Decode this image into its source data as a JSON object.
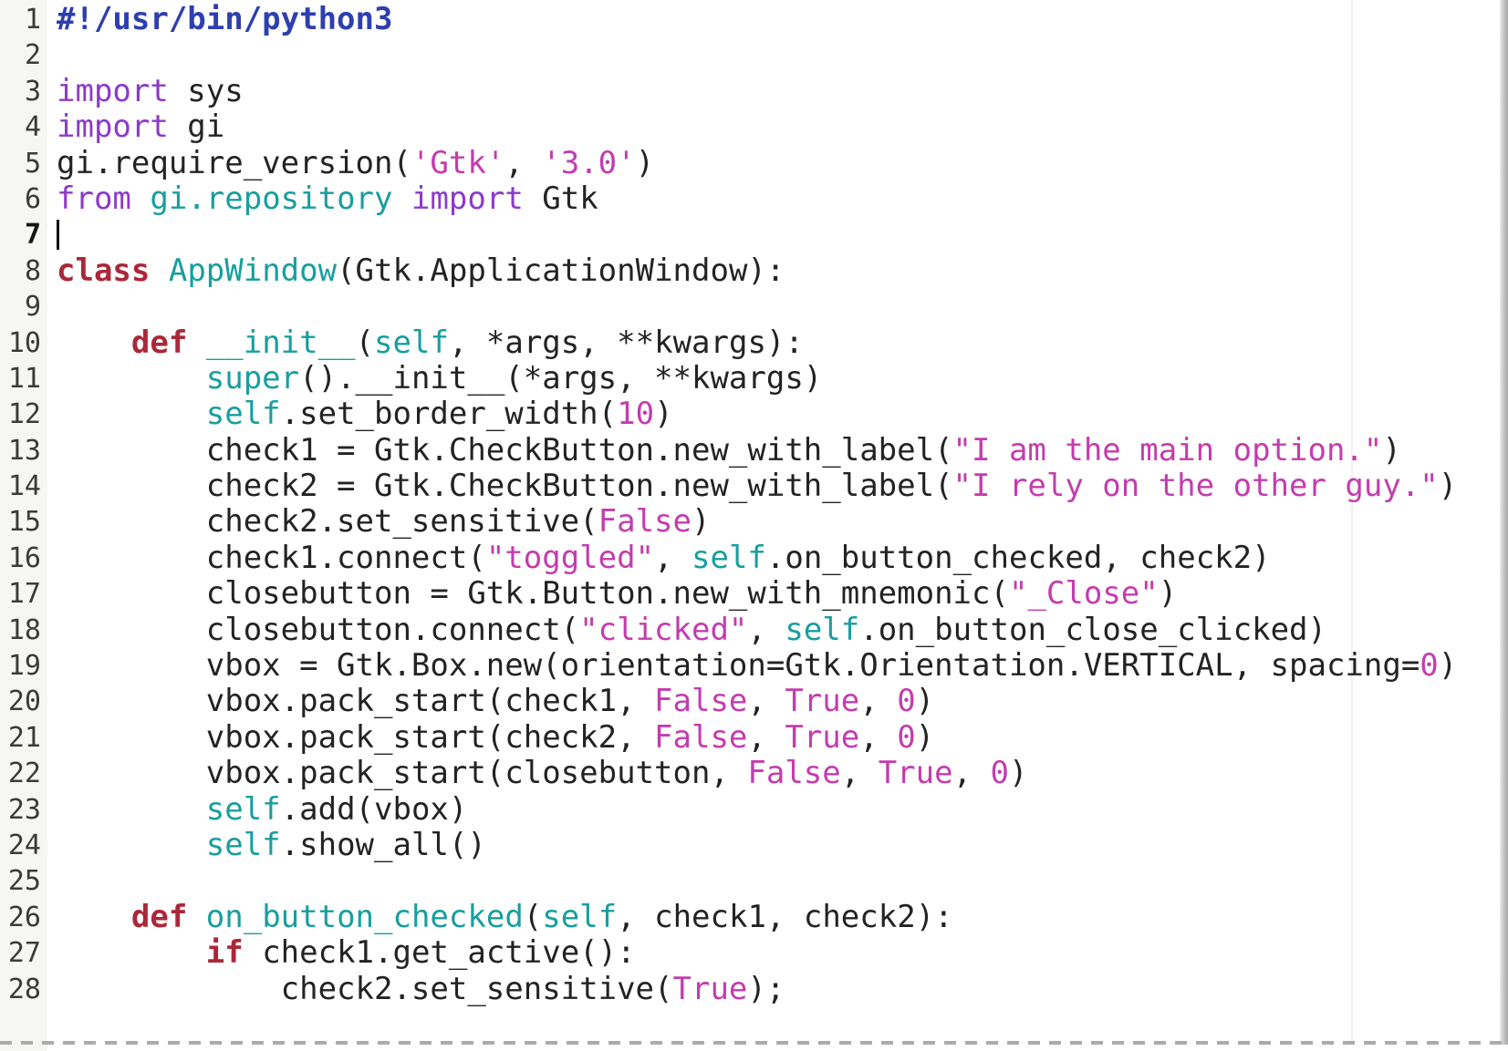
{
  "editor": {
    "type": "code-editor",
    "language": "Python",
    "cursor": {
      "line": 7,
      "column": 0
    },
    "visible_line_count": 28,
    "colors": {
      "background": "#ffffff",
      "gutter_background": "#f6f6f5",
      "gutter_foreground": "#3b3b3b",
      "default_text": "#232323",
      "shebang": "#2e3fae",
      "keyword": "#8d39cb",
      "control_keyword": "#aa2839",
      "string": "#c43cae",
      "number": "#c43cae",
      "boolean": "#c43cae",
      "builtin": "#189e9e",
      "dashed_boundary": "#ababab",
      "scrollbar": "#aaaaaa"
    },
    "lines": [
      {
        "number": 1,
        "tokens": [
          [
            "shebang",
            "#!/usr/bin/python3"
          ]
        ]
      },
      {
        "number": 2,
        "tokens": []
      },
      {
        "number": 3,
        "tokens": [
          [
            "keyword",
            "import"
          ],
          [
            "text",
            " sys"
          ]
        ]
      },
      {
        "number": 4,
        "tokens": [
          [
            "keyword",
            "import"
          ],
          [
            "text",
            " gi"
          ]
        ]
      },
      {
        "number": 5,
        "tokens": [
          [
            "text",
            "gi.require_version("
          ],
          [
            "string",
            "'Gtk'"
          ],
          [
            "text",
            ", "
          ],
          [
            "string",
            "'3.0'"
          ],
          [
            "text",
            ")"
          ]
        ]
      },
      {
        "number": 6,
        "tokens": [
          [
            "keyword",
            "from"
          ],
          [
            "text",
            " "
          ],
          [
            "builtin",
            "gi.repository"
          ],
          [
            "text",
            " "
          ],
          [
            "keyword",
            "import"
          ],
          [
            "text",
            " Gtk"
          ]
        ]
      },
      {
        "number": 7,
        "tokens": []
      },
      {
        "number": 8,
        "tokens": [
          [
            "control",
            "class"
          ],
          [
            "text",
            " "
          ],
          [
            "builtin",
            "AppWindow"
          ],
          [
            "text",
            "(Gtk.ApplicationWindow):"
          ]
        ]
      },
      {
        "number": 9,
        "tokens": []
      },
      {
        "number": 10,
        "tokens": [
          [
            "text",
            "    "
          ],
          [
            "control",
            "def"
          ],
          [
            "text",
            " "
          ],
          [
            "builtin",
            "__init__"
          ],
          [
            "text",
            "("
          ],
          [
            "builtin",
            "self"
          ],
          [
            "text",
            ", *args, **kwargs):"
          ]
        ]
      },
      {
        "number": 11,
        "tokens": [
          [
            "text",
            "        "
          ],
          [
            "builtin",
            "super"
          ],
          [
            "text",
            "().__init__(*args, **kwargs)"
          ]
        ]
      },
      {
        "number": 12,
        "tokens": [
          [
            "text",
            "        "
          ],
          [
            "builtin",
            "self"
          ],
          [
            "text",
            ".set_border_width("
          ],
          [
            "number",
            "10"
          ],
          [
            "text",
            ")"
          ]
        ]
      },
      {
        "number": 13,
        "tokens": [
          [
            "text",
            "        check1 = Gtk.CheckButton.new_with_label("
          ],
          [
            "string",
            "\"I am the main option.\""
          ],
          [
            "text",
            ")"
          ]
        ]
      },
      {
        "number": 14,
        "tokens": [
          [
            "text",
            "        check2 = Gtk.CheckButton.new_with_label("
          ],
          [
            "string",
            "\"I rely on the other guy.\""
          ],
          [
            "text",
            ")"
          ]
        ]
      },
      {
        "number": 15,
        "tokens": [
          [
            "text",
            "        check2.set_sensitive("
          ],
          [
            "boolean",
            "False"
          ],
          [
            "text",
            ")"
          ]
        ]
      },
      {
        "number": 16,
        "tokens": [
          [
            "text",
            "        check1.connect("
          ],
          [
            "string",
            "\"toggled\""
          ],
          [
            "text",
            ", "
          ],
          [
            "builtin",
            "self"
          ],
          [
            "text",
            ".on_button_checked, check2)"
          ]
        ]
      },
      {
        "number": 17,
        "tokens": [
          [
            "text",
            "        closebutton = Gtk.Button.new_with_mnemonic("
          ],
          [
            "string",
            "\"_Close\""
          ],
          [
            "text",
            ")"
          ]
        ]
      },
      {
        "number": 18,
        "tokens": [
          [
            "text",
            "        closebutton.connect("
          ],
          [
            "string",
            "\"clicked\""
          ],
          [
            "text",
            ", "
          ],
          [
            "builtin",
            "self"
          ],
          [
            "text",
            ".on_button_close_clicked)"
          ]
        ]
      },
      {
        "number": 19,
        "tokens": [
          [
            "text",
            "        vbox = Gtk.Box.new(orientation=Gtk.Orientation.VERTICAL, spacing="
          ],
          [
            "number",
            "0"
          ],
          [
            "text",
            ")"
          ]
        ]
      },
      {
        "number": 20,
        "tokens": [
          [
            "text",
            "        vbox.pack_start(check1, "
          ],
          [
            "boolean",
            "False"
          ],
          [
            "text",
            ", "
          ],
          [
            "boolean",
            "True"
          ],
          [
            "text",
            ", "
          ],
          [
            "number",
            "0"
          ],
          [
            "text",
            ")"
          ]
        ]
      },
      {
        "number": 21,
        "tokens": [
          [
            "text",
            "        vbox.pack_start(check2, "
          ],
          [
            "boolean",
            "False"
          ],
          [
            "text",
            ", "
          ],
          [
            "boolean",
            "True"
          ],
          [
            "text",
            ", "
          ],
          [
            "number",
            "0"
          ],
          [
            "text",
            ")"
          ]
        ]
      },
      {
        "number": 22,
        "tokens": [
          [
            "text",
            "        vbox.pack_start(closebutton, "
          ],
          [
            "boolean",
            "False"
          ],
          [
            "text",
            ", "
          ],
          [
            "boolean",
            "True"
          ],
          [
            "text",
            ", "
          ],
          [
            "number",
            "0"
          ],
          [
            "text",
            ")"
          ]
        ]
      },
      {
        "number": 23,
        "tokens": [
          [
            "text",
            "        "
          ],
          [
            "builtin",
            "self"
          ],
          [
            "text",
            ".add(vbox)"
          ]
        ]
      },
      {
        "number": 24,
        "tokens": [
          [
            "text",
            "        "
          ],
          [
            "builtin",
            "self"
          ],
          [
            "text",
            ".show_all()"
          ]
        ]
      },
      {
        "number": 25,
        "tokens": []
      },
      {
        "number": 26,
        "tokens": [
          [
            "text",
            "    "
          ],
          [
            "control",
            "def"
          ],
          [
            "text",
            " "
          ],
          [
            "builtin",
            "on_button_checked"
          ],
          [
            "text",
            "("
          ],
          [
            "builtin",
            "self"
          ],
          [
            "text",
            ", check1, check2):"
          ]
        ]
      },
      {
        "number": 27,
        "tokens": [
          [
            "text",
            "        "
          ],
          [
            "control",
            "if"
          ],
          [
            "text",
            " check1.get_active():"
          ]
        ]
      },
      {
        "number": 28,
        "tokens": [
          [
            "text",
            "            check2.set_sensitive("
          ],
          [
            "boolean",
            "True"
          ],
          [
            "text",
            ");"
          ]
        ]
      }
    ]
  }
}
